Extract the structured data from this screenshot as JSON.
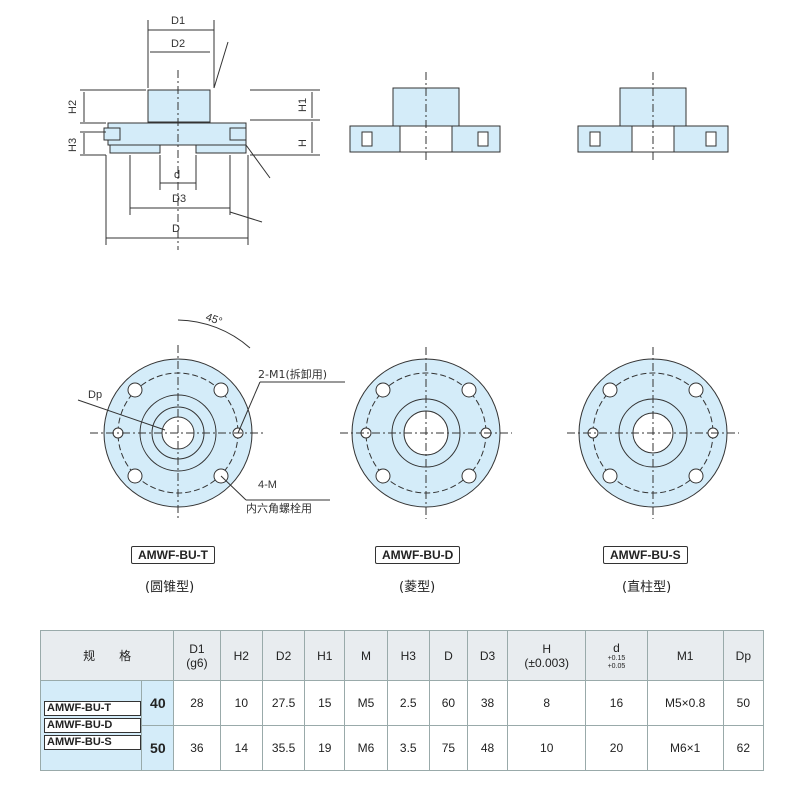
{
  "dims_top": {
    "D1": "D1",
    "D2": "D2",
    "H2": "H2",
    "H3": "H3",
    "H1": "H1",
    "H": "H",
    "d": "d",
    "D3": "D3",
    "D": "D"
  },
  "callouts": {
    "angle": "45°",
    "dp": "Dp",
    "m1": "2-M1(拆卸用)",
    "m_count": "4-M",
    "m_note": "内六角螺栓用"
  },
  "models": [
    {
      "code": "AMWF-BU-T",
      "type": "(圆锥型)"
    },
    {
      "code": "AMWF-BU-D",
      "type": "(菱型)"
    },
    {
      "code": "AMWF-BU-S",
      "type": "(直柱型)"
    }
  ],
  "table": {
    "spec_label": "规　　格",
    "headers": {
      "D1": "D1",
      "D1_sub": "(g6)",
      "H2": "H2",
      "D2": "D2",
      "H1": "H1",
      "M": "M",
      "H3": "H3",
      "D": "D",
      "D3": "D3",
      "H": "H",
      "H_sub": "(±0.003)",
      "d": "d",
      "d_tol_plus": "+0.15",
      "d_tol_minus": "+0.05",
      "M1": "M1",
      "Dp": "Dp"
    },
    "model_codes": [
      "AMWF-BU-T",
      "AMWF-BU-D",
      "AMWF-BU-S"
    ],
    "rows": [
      {
        "size": "40",
        "D1": "28",
        "H2": "10",
        "D2": "27.5",
        "H1": "15",
        "M": "M5",
        "H3": "2.5",
        "D": "60",
        "D3": "38",
        "H": "8",
        "d": "16",
        "M1": "M5×0.8",
        "Dp": "50"
      },
      {
        "size": "50",
        "D1": "36",
        "H2": "14",
        "D2": "35.5",
        "H1": "19",
        "M": "M6",
        "H3": "3.5",
        "D": "75",
        "D3": "48",
        "H": "10",
        "d": "20",
        "M1": "M6×1",
        "Dp": "62"
      }
    ]
  }
}
